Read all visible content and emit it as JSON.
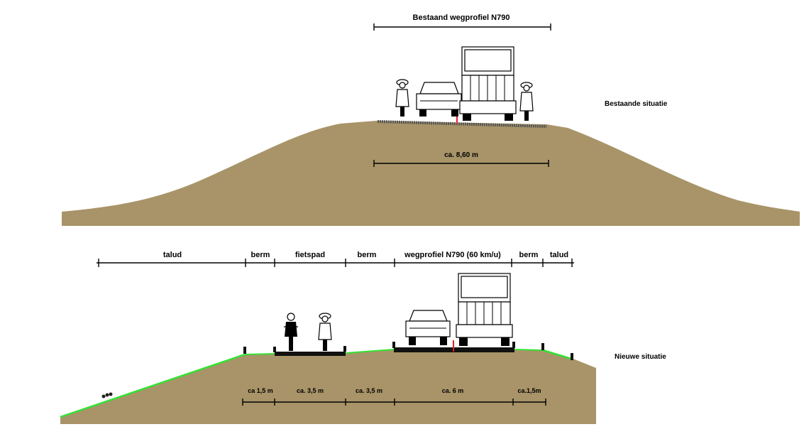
{
  "existing": {
    "title": "Bestaand wegprofiel N790",
    "width_label": "ca. 8,60 m",
    "situation_label": "Bestaande situatie"
  },
  "new": {
    "situation_label": "Nieuwe situatie",
    "segments": [
      {
        "name": "talud"
      },
      {
        "name": "berm"
      },
      {
        "name": "fietspad"
      },
      {
        "name": "berm"
      },
      {
        "name": "wegprofiel N790 (60 km/u)"
      },
      {
        "name": "berm"
      },
      {
        "name": "talud"
      }
    ],
    "widths": [
      {
        "label": "ca 1,5 m"
      },
      {
        "label": "ca. 3,5 m"
      },
      {
        "label": "ca. 3,5 m"
      },
      {
        "label": "ca. 6 m"
      },
      {
        "label": "ca.1,5m"
      }
    ]
  },
  "colors": {
    "earth": "#a89468",
    "grass": "#33e233",
    "asphalt": "#111111",
    "centerline": "#e02020"
  }
}
